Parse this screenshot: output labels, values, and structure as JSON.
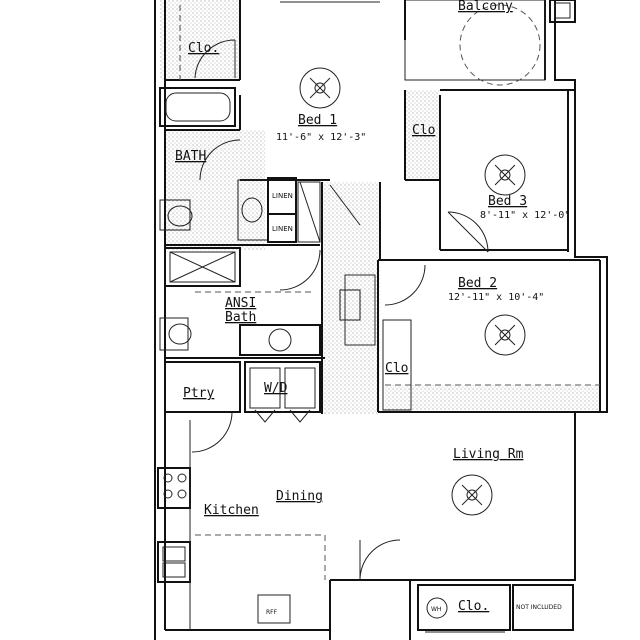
{
  "rooms": {
    "balcony": "Balcony",
    "closet_bed1": "Clo.",
    "bed1": "Bed 1",
    "bed1_dim": "11'-6\" x 12'-3\"",
    "closet_bed1_right": "Clo",
    "bath": "BATH",
    "linen_top": "LINEN",
    "linen_bottom": "LINEN",
    "bed3": "Bed 3",
    "bed3_dim": "8'-11\" x 12'-0\"",
    "bed2": "Bed 2",
    "bed2_dim": "12'-11\" x 10'-4\"",
    "ansi_bath_line1": "ANSI",
    "ansi_bath_line2": "Bath",
    "closet_bed2": "Clo",
    "pantry": "Ptry",
    "washer_dryer": "W/D",
    "living": "Living Rm",
    "dining": "Dining",
    "kitchen": "Kitchen",
    "refrigerator": "RFF",
    "water_heater": "WH",
    "closet_entry": "Clo.",
    "not_included": "NOT INCLUDED"
  }
}
